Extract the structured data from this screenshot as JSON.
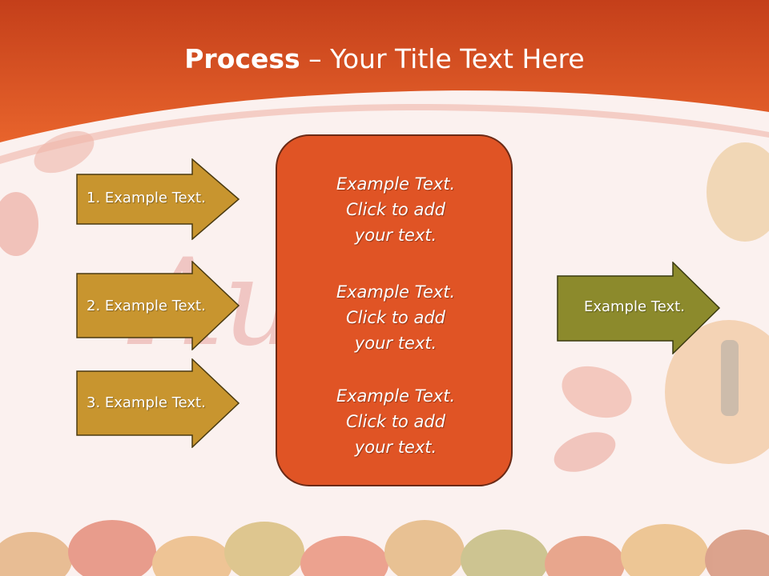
{
  "slide": {
    "title_bold": "Process",
    "title_rest": " – Your Title Text Here",
    "watermark": "Autumn"
  },
  "left_arrows": [
    {
      "label": "1. Example Text."
    },
    {
      "label": "2. Example Text."
    },
    {
      "label": "3. Example Text."
    }
  ],
  "center_box": {
    "blocks": [
      {
        "lines": [
          "Example Text.",
          "Click  to add",
          "your text."
        ]
      },
      {
        "lines": [
          "Example Text.",
          "Click  to add",
          "your text."
        ]
      },
      {
        "lines": [
          "Example Text.",
          "Click  to add",
          "your text."
        ]
      }
    ]
  },
  "right_arrow": {
    "label": "Example Text."
  },
  "colors": {
    "header": "#d8501f",
    "left_arrow_fill": "#c8952f",
    "center_box_fill": "#e05425",
    "right_arrow_fill": "#8c8a2c"
  }
}
